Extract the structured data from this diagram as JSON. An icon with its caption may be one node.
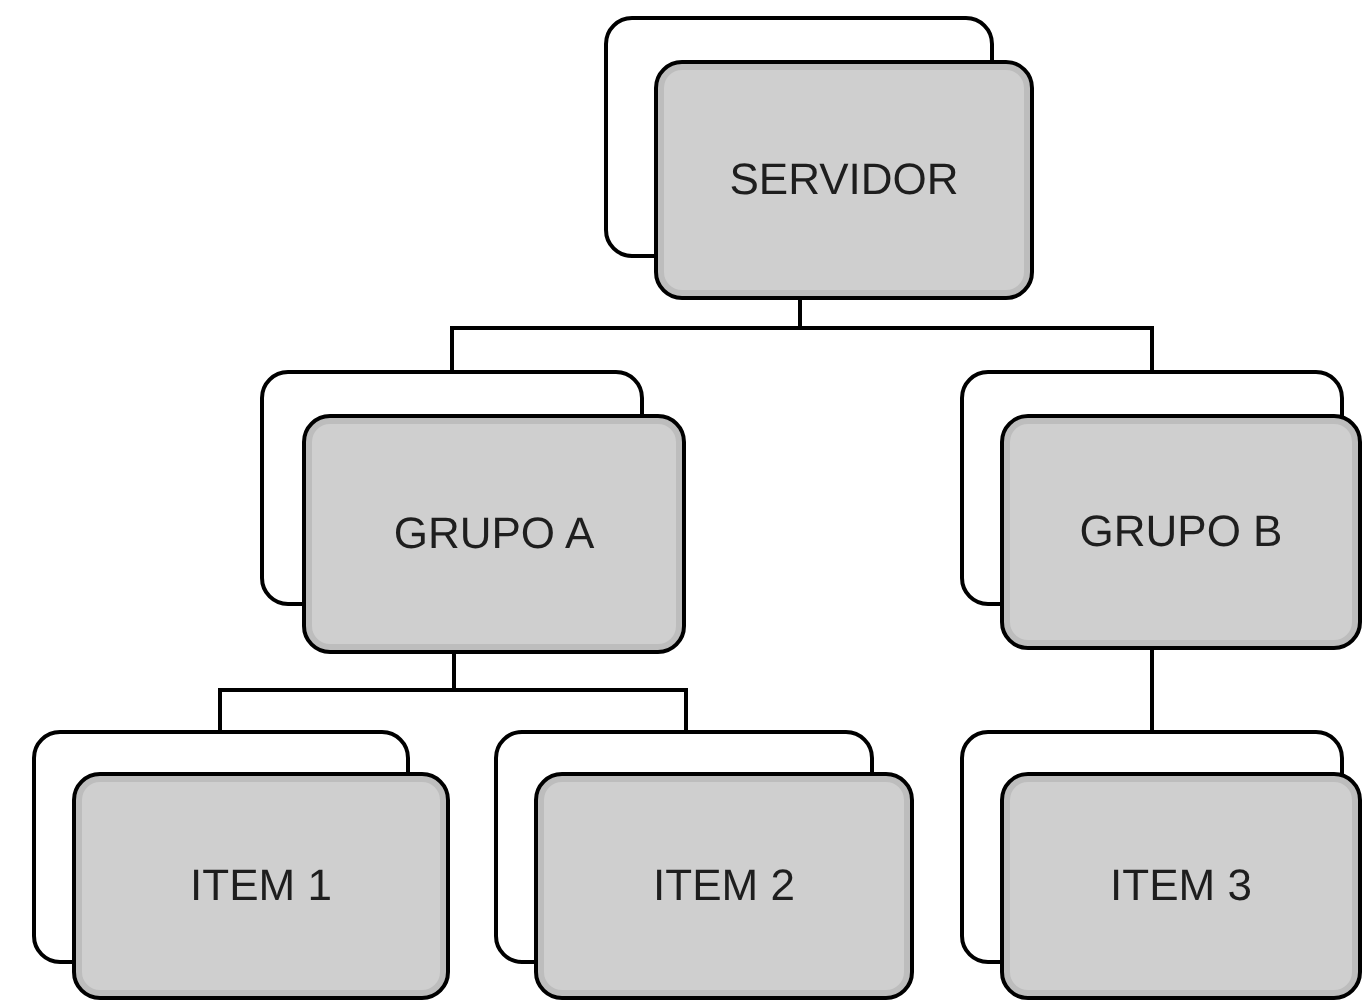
{
  "diagram": {
    "nodes": [
      {
        "text": [
          "SERVIDOR"
        ]
      },
      {
        "text": [
          "GRUPO A"
        ]
      },
      {
        "text": [
          "GRUPO B"
        ]
      },
      {
        "text": [
          "ITEM 1"
        ]
      },
      {
        "text": [
          "ITEM 2"
        ]
      },
      {
        "text": [
          "ITEM 3"
        ]
      }
    ],
    "edges": [
      {
        "from": 0,
        "to": 1,
        "arrow": "none"
      },
      {
        "from": 0,
        "to": 2,
        "arrow": "none"
      },
      {
        "from": 1,
        "to": 3,
        "arrow": "none"
      },
      {
        "from": 1,
        "to": 4,
        "arrow": "none"
      },
      {
        "from": 2,
        "to": 5,
        "arrow": "none"
      }
    ]
  }
}
